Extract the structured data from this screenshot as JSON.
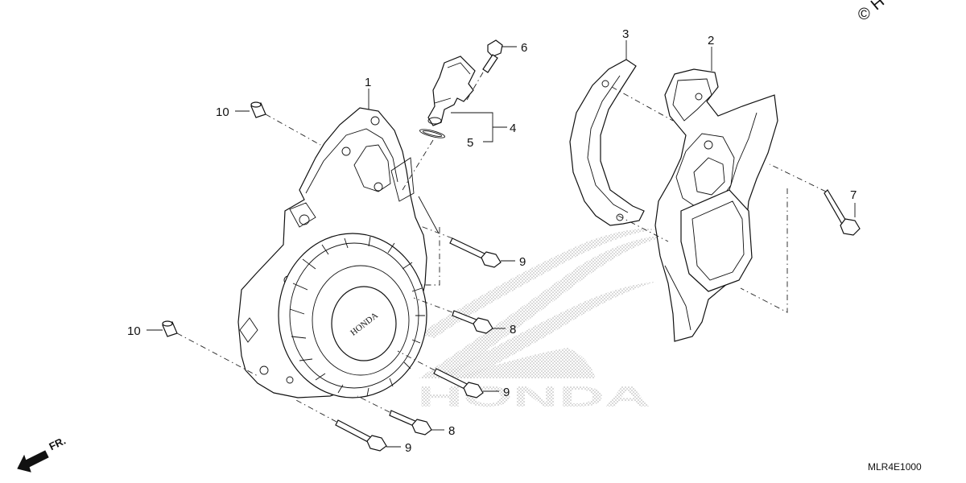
{
  "copyright_symbol": "©",
  "copyright_fragment": "H",
  "direction_label": "FR.",
  "diagram_code": "MLR4E1000",
  "watermark_text": "HONDA",
  "callouts": {
    "p1": "1",
    "p2": "2",
    "p3": "3",
    "p4": "4",
    "p5": "5",
    "p6": "6",
    "p7": "7",
    "p8a": "8",
    "p8b": "8",
    "p9a": "9",
    "p9b": "9",
    "p9c": "9",
    "p10a": "10",
    "p10b": "10"
  },
  "colors": {
    "line": "#111111",
    "watermark": "#bdbdbd",
    "background": "#ffffff"
  }
}
